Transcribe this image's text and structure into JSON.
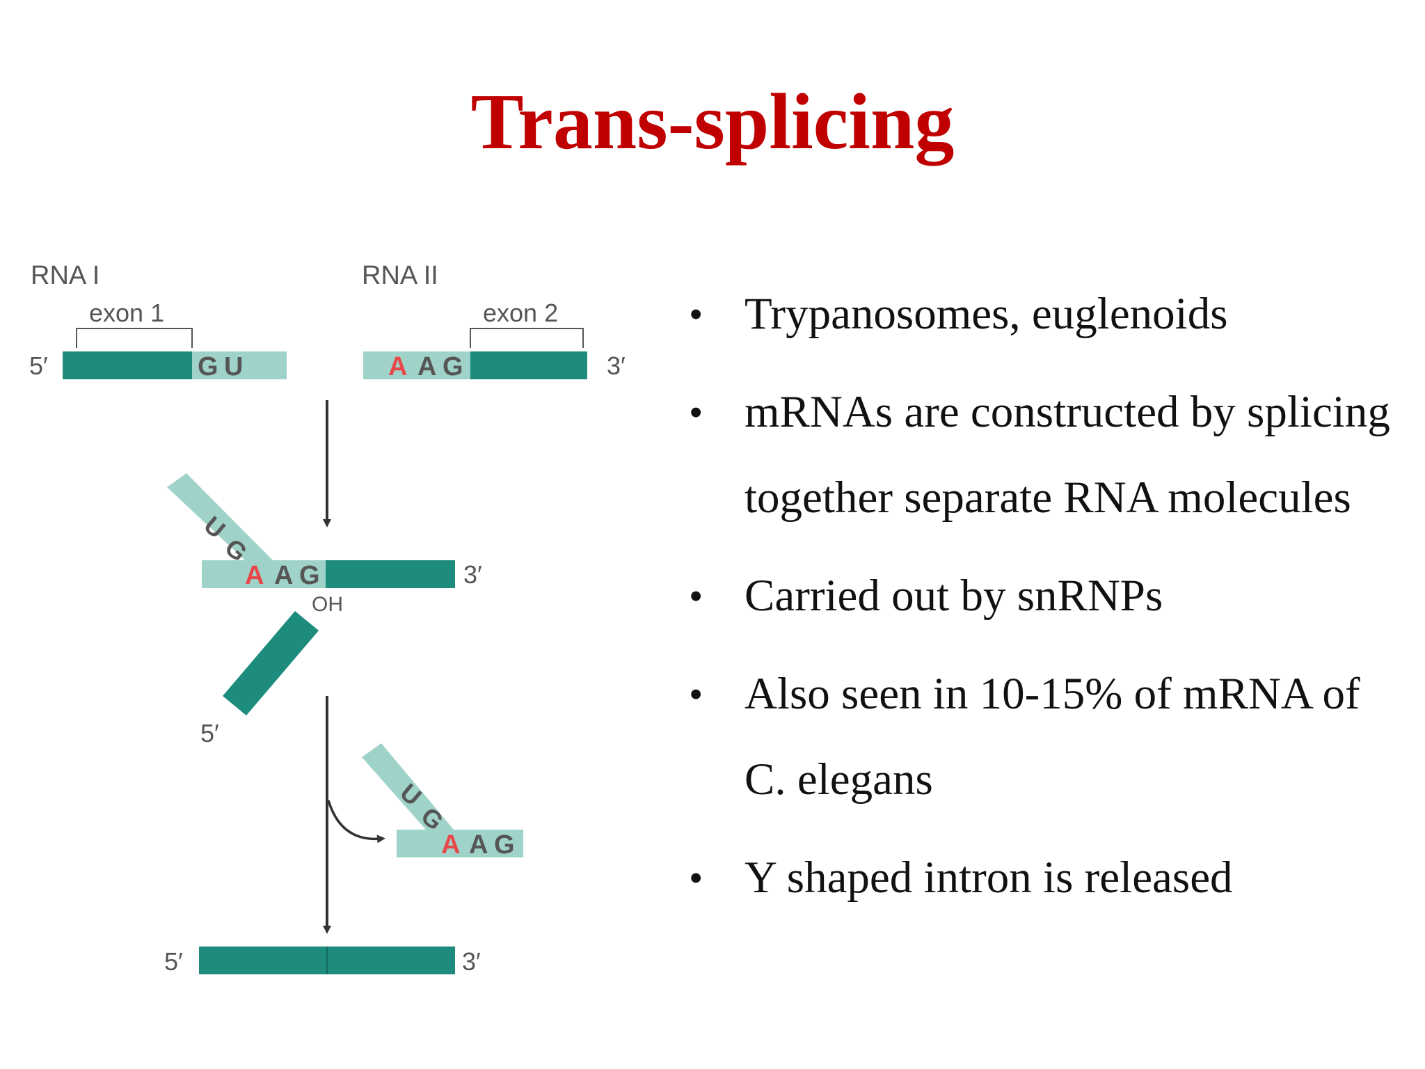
{
  "title": "Trans-splicing",
  "diagram": {
    "rna1_label": "RNA I",
    "rna2_label": "RNA II",
    "exon1_label": "exon 1",
    "exon2_label": "exon 2",
    "five_prime": "5′",
    "three_prime": "3′",
    "oh_label": "OH",
    "base_g": "G",
    "base_u": "U",
    "base_a": "A",
    "colors": {
      "exon": "#1d8c7c",
      "intron": "#9fd3c9",
      "adenine": "#e8474a",
      "arrow": "#333333"
    }
  },
  "bullets": [
    "Trypanosomes, euglenoids",
    "mRNAs are constructed by splicing together separate RNA molecules",
    "Carried out by snRNPs",
    "Also seen in 10-15% of mRNA of C. elegans",
    "Y shaped intron is released"
  ]
}
